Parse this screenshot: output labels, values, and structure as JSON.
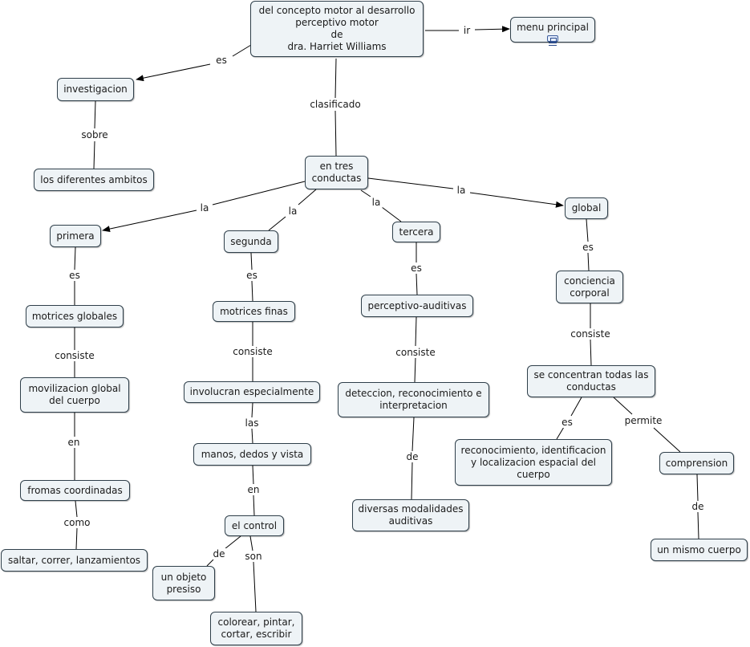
{
  "nodes": {
    "root": [
      "del concepto motor al desarrollo",
      "perceptivo motor",
      "de",
      "dra. Harriet Williams"
    ],
    "menu": [
      "menu principal"
    ],
    "menu_icon": "network-link-icon",
    "investigacion": [
      "investigacion"
    ],
    "ambitos": [
      "los diferentes ambitos"
    ],
    "tres": [
      "en tres",
      "conductas"
    ],
    "primera": [
      "primera"
    ],
    "segunda": [
      "segunda"
    ],
    "tercera": [
      "tercera"
    ],
    "global": [
      "global"
    ],
    "motglob": [
      "motrices globales"
    ],
    "movil": [
      "movilizacion global",
      "del cuerpo"
    ],
    "fromas": [
      "fromas coordinadas"
    ],
    "saltar": [
      "saltar, correr, lanzamientos"
    ],
    "motfin": [
      "motrices finas"
    ],
    "involucran": [
      "involucran especialmente"
    ],
    "manos": [
      "manos, dedos y vista"
    ],
    "control": [
      "el control"
    ],
    "objeto": [
      "un objeto",
      "presiso"
    ],
    "colorear": [
      "colorear, pintar,",
      "cortar, escribir"
    ],
    "percep": [
      "perceptivo-auditivas"
    ],
    "deteccion": [
      "deteccion, reconocimiento e",
      "interpretacion"
    ],
    "diversas": [
      "diversas modalidades",
      "auditivas"
    ],
    "conciencia": [
      "conciencia",
      "corporal"
    ],
    "concentran": [
      "se concentran todas las",
      "conductas"
    ],
    "reconoc": [
      "reconocimiento, identificacion",
      "y localizacion espacial del",
      "cuerpo"
    ],
    "comprension": [
      "comprension"
    ],
    "mismo": [
      "un mismo cuerpo"
    ]
  },
  "labels": {
    "es1": "es",
    "ir": "ir",
    "clasificado": "clasificado",
    "sobre": "sobre",
    "la1": "la",
    "la2": "la",
    "la3": "la",
    "la4": "la",
    "es2": "es",
    "consiste1": "consiste",
    "en1": "en",
    "como": "como",
    "es3": "es",
    "consiste2": "consiste",
    "las": "las",
    "en2": "en",
    "de1": "de",
    "son": "son",
    "es4": "es",
    "consiste3": "consiste",
    "de2": "de",
    "es5": "es",
    "consiste4": "consiste",
    "es6": "es",
    "permite": "permite",
    "de3": "de"
  }
}
